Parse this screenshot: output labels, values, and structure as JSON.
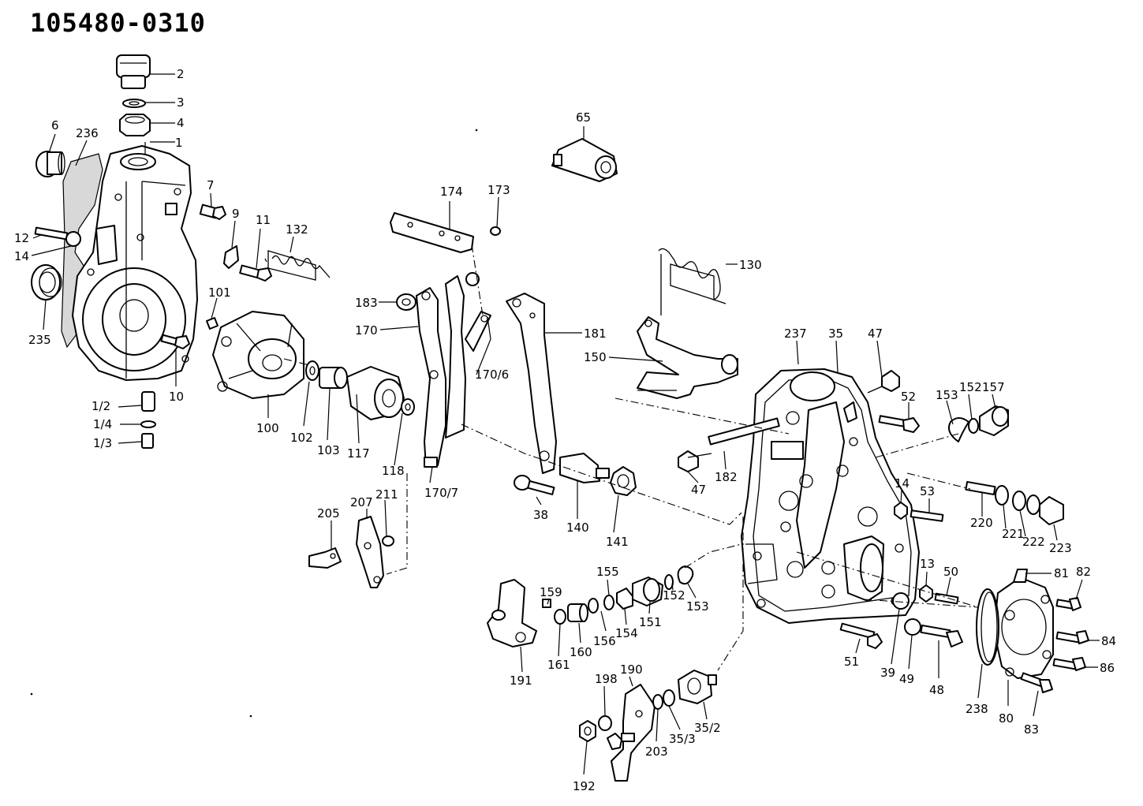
{
  "title": "105480-0310",
  "labels": {
    "l2": "2",
    "l3": "3",
    "l4": "4",
    "l6": "6",
    "l236": "236",
    "l1": "1",
    "l7": "7",
    "l9": "9",
    "l11": "11",
    "l132": "132",
    "l12": "12",
    "l14a": "14",
    "l235": "235",
    "l101": "101",
    "l10": "10",
    "l100": "100",
    "l102": "102",
    "l103": "103",
    "l117": "117",
    "l118": "118",
    "l1_2": "1/2",
    "l1_4": "1/4",
    "l1_3": "1/3",
    "l65": "65",
    "l174": "174",
    "l173": "173",
    "l183": "183",
    "l170": "170",
    "l170_6": "170/6",
    "l170_7": "170/7",
    "l181": "181",
    "l130": "130",
    "l150": "150",
    "l38": "38",
    "l140": "140",
    "l141": "141",
    "l205": "205",
    "l207": "207",
    "l211": "211",
    "l237": "237",
    "l35": "35",
    "l47a": "47",
    "l52": "52",
    "l153a": "153",
    "l152a": "152",
    "l157": "157",
    "l47b": "47",
    "l182": "182",
    "l14b": "14",
    "l53": "53",
    "l220": "220",
    "l221": "221",
    "l222": "222",
    "l223": "223",
    "l13": "13",
    "l50": "50",
    "l81": "81",
    "l82": "82",
    "l155": "155",
    "l159": "159",
    "l154": "154",
    "l151": "151",
    "l152b": "152",
    "l153b": "153",
    "l156": "156",
    "l160": "160",
    "l161": "161",
    "l191": "191",
    "l84": "84",
    "l86": "86",
    "l51": "51",
    "l39": "39",
    "l49": "49",
    "l48": "48",
    "l238": "238",
    "l80": "80",
    "l83": "83",
    "l190": "190",
    "l198": "198",
    "l192": "192",
    "l203": "203",
    "l35_3": "35/3",
    "l35_2": "35/2"
  }
}
